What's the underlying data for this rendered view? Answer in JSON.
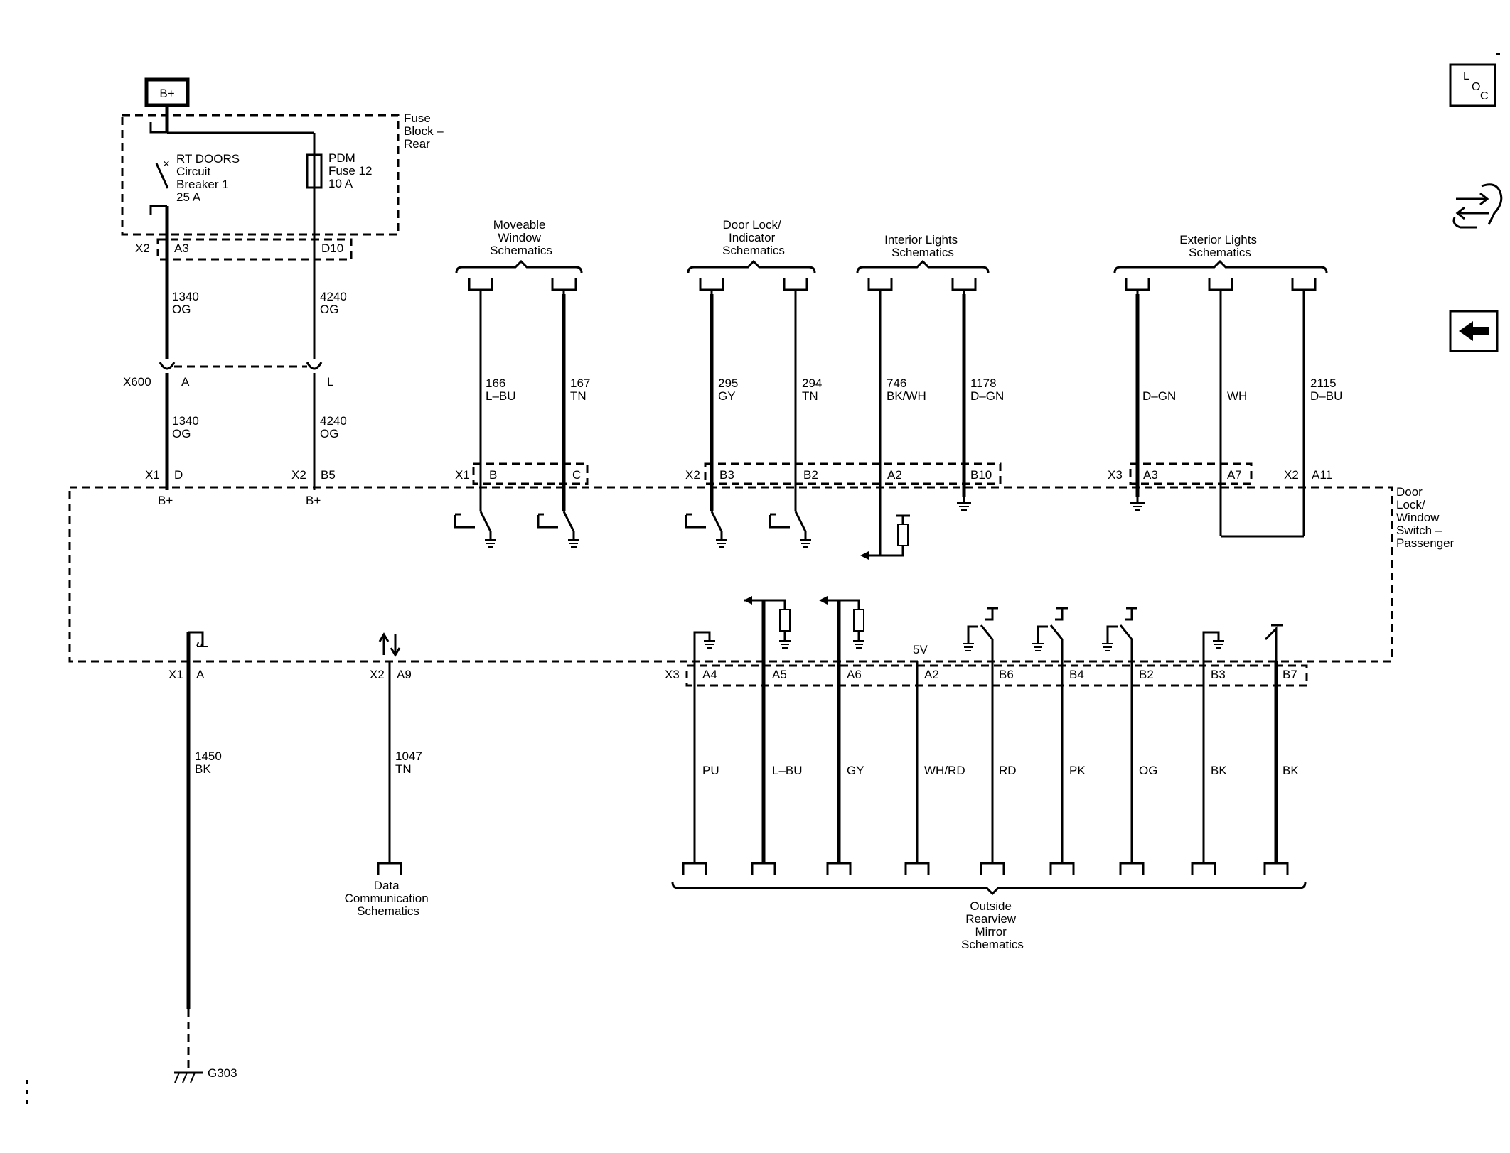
{
  "power": {
    "label": "B+"
  },
  "fuse_block": {
    "name": [
      "Fuse",
      "Block –",
      "Rear"
    ],
    "breaker": [
      "RT DOORS",
      "Circuit",
      "Breaker 1",
      "25 A"
    ],
    "fuse": [
      "PDM",
      "Fuse 12",
      "10 A"
    ],
    "connector": "X2",
    "pins": [
      "A3",
      "D10"
    ]
  },
  "upper_wires": [
    {
      "circuit": "1340",
      "color": "OG"
    },
    {
      "circuit": "4240",
      "color": "OG"
    }
  ],
  "inline_connector": {
    "name": "X600",
    "pins": [
      "A",
      "L"
    ]
  },
  "lower_wires": [
    {
      "circuit": "1340",
      "color": "OG"
    },
    {
      "circuit": "4240",
      "color": "OG"
    }
  ],
  "module_top_pins": [
    {
      "conn": "X1",
      "pin": "D",
      "sub": "B+"
    },
    {
      "conn": "X2",
      "pin": "B5",
      "sub": "B+"
    }
  ],
  "module": {
    "name": [
      "Door",
      "Lock/",
      "Window",
      "Switch –",
      "Passenger"
    ]
  },
  "schematic_groups": {
    "moveable_window": [
      "Moveable",
      "Window",
      "Schematics"
    ],
    "door_lock": [
      "Door Lock/",
      "Indicator",
      "Schematics"
    ],
    "interior_lights": [
      "Interior Lights",
      "Schematics"
    ],
    "exterior_lights": [
      "Exterior Lights",
      "Schematics"
    ],
    "data_comm": [
      "Data",
      "Communication",
      "Schematics"
    ],
    "mirror": [
      "Outside",
      "Rearview",
      "Mirror",
      "Schematics"
    ]
  },
  "top_wires": [
    {
      "circuit": "166",
      "color": "L–BU",
      "conn": "X1",
      "pin": "B"
    },
    {
      "circuit": "167",
      "color": "TN",
      "conn": "",
      "pin": "C"
    },
    {
      "circuit": "295",
      "color": "GY",
      "conn": "X2",
      "pin": "B3"
    },
    {
      "circuit": "294",
      "color": "TN",
      "conn": "",
      "pin": "B2"
    },
    {
      "circuit": "746",
      "color": "BK/WH",
      "conn": "",
      "pin": "A2"
    },
    {
      "circuit": "1178",
      "color": "D–GN",
      "conn": "",
      "pin": "B10"
    },
    {
      "circuit": "",
      "color": "D–GN",
      "conn": "X3",
      "pin": "A3"
    },
    {
      "circuit": "",
      "color": "WH",
      "conn": "",
      "pin": "A7"
    },
    {
      "circuit": "2115",
      "color": "D–BU",
      "conn": "X2",
      "pin": "A11"
    }
  ],
  "bottom_left": [
    {
      "conn": "X1",
      "pin": "A",
      "circuit": "1450",
      "color": "BK"
    },
    {
      "conn": "X2",
      "pin": "A9",
      "circuit": "1047",
      "color": "TN"
    }
  ],
  "bottom_conn": "X3",
  "voltage_label": "5V",
  "bottom_wires": [
    {
      "pin": "A4",
      "color": "PU"
    },
    {
      "pin": "A5",
      "color": "L–BU"
    },
    {
      "pin": "A6",
      "color": "GY"
    },
    {
      "pin": "A2",
      "color": "WH/RD"
    },
    {
      "pin": "B6",
      "color": "RD"
    },
    {
      "pin": "B4",
      "color": "PK"
    },
    {
      "pin": "B2",
      "color": "OG"
    },
    {
      "pin": "B3",
      "color": "BK"
    },
    {
      "pin": "B7",
      "color": "BK"
    }
  ],
  "ground": {
    "label": "G303"
  },
  "nav": {
    "loc_letters": [
      "L",
      "O",
      "C"
    ]
  }
}
